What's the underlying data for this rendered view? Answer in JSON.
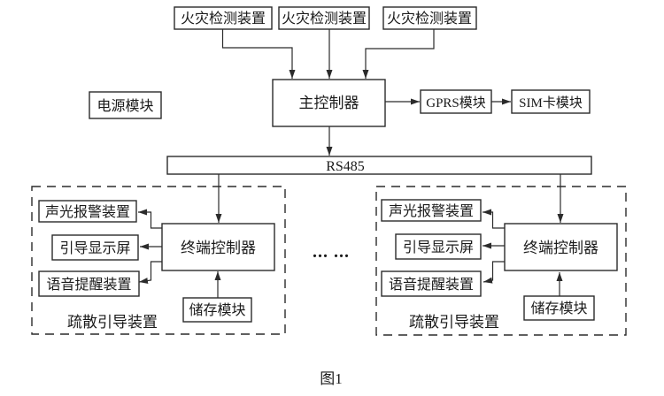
{
  "diagram": {
    "detectors": [
      {
        "label": "火灾检测装置"
      },
      {
        "label": "火灾检测装置"
      },
      {
        "label": "火灾检测装置"
      }
    ],
    "power_module": {
      "label": "电源模块"
    },
    "main_controller": {
      "label": "主控制器"
    },
    "gprs_module": {
      "label": "GPRS模块"
    },
    "sim_module": {
      "label": "SIM卡模块"
    },
    "bus": {
      "label": "RS485"
    },
    "ellipsis": "... ...",
    "groups": [
      {
        "alarm": "声光报警装置",
        "display": "引导显示屏",
        "voice": "语音提醒装置",
        "terminal": "终端控制器",
        "storage": "储存模块",
        "label": "疏散引导装置"
      },
      {
        "alarm": "声光报警装置",
        "display": "引导显示屏",
        "voice": "语音提醒装置",
        "terminal": "终端控制器",
        "storage": "储存模块",
        "label": "疏散引导装置"
      }
    ],
    "caption": "图1",
    "colors": {
      "line": "#2b2b2b",
      "background": "#ffffff"
    }
  }
}
